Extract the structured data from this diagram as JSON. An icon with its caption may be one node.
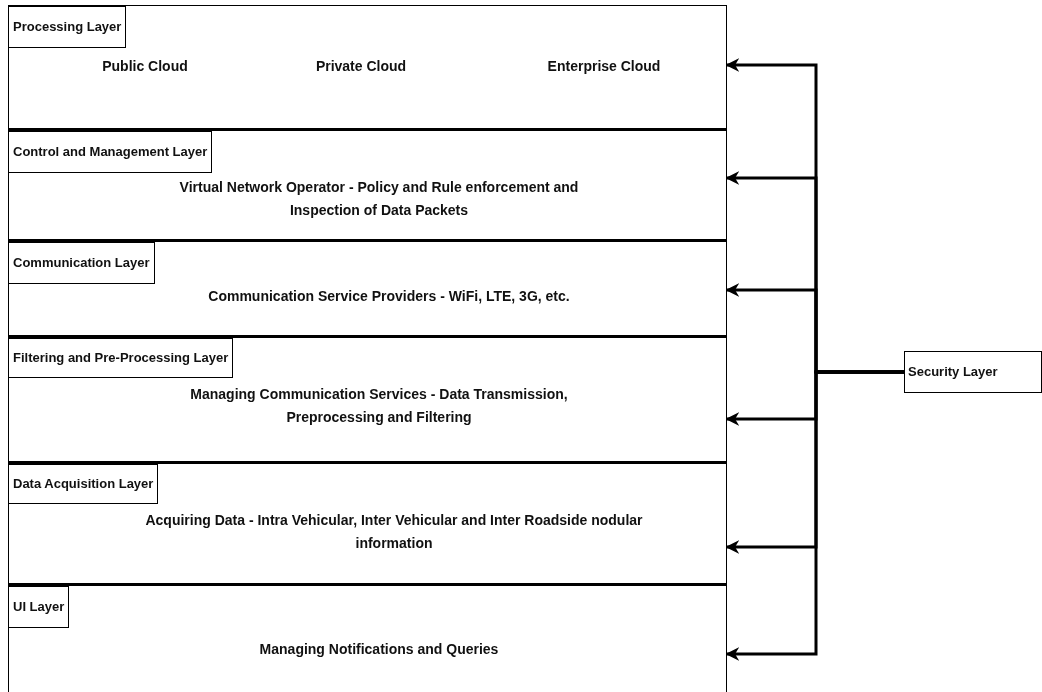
{
  "diagram": {
    "nodes": [
      {
        "text": [
          "Processing Layer",
          "Public Cloud",
          "Private Cloud",
          "Enterprise Cloud"
        ]
      },
      {
        "text": [
          "Control and Management Layer",
          "Virtual Network Operator - Policy and Rule enforcement and Inspection of Data Packets"
        ]
      },
      {
        "text": [
          "Communication Layer",
          "Communication Service Providers - WiFi, LTE, 3G, etc."
        ]
      },
      {
        "text": [
          "Filtering and Pre-Processing Layer",
          "Managing Communication Services - Data Transmission, Preprocessing and Filtering"
        ]
      },
      {
        "text": [
          "Data Acquisition Layer",
          "Acquiring Data - Intra Vehicular, Inter Vehicular and Inter Roadside nodular information"
        ]
      },
      {
        "text": [
          "UI Layer",
          "Managing Notifications and Queries"
        ]
      },
      {
        "text": [
          "Security Layer"
        ]
      }
    ],
    "edges": [
      {
        "from": 6,
        "to": 0,
        "arrow": "to"
      },
      {
        "from": 6,
        "to": 1,
        "arrow": "to"
      },
      {
        "from": 6,
        "to": 2,
        "arrow": "to"
      },
      {
        "from": 6,
        "to": 3,
        "arrow": "to"
      },
      {
        "from": 6,
        "to": 4,
        "arrow": "to"
      },
      {
        "from": 6,
        "to": 5,
        "arrow": "to"
      }
    ]
  }
}
